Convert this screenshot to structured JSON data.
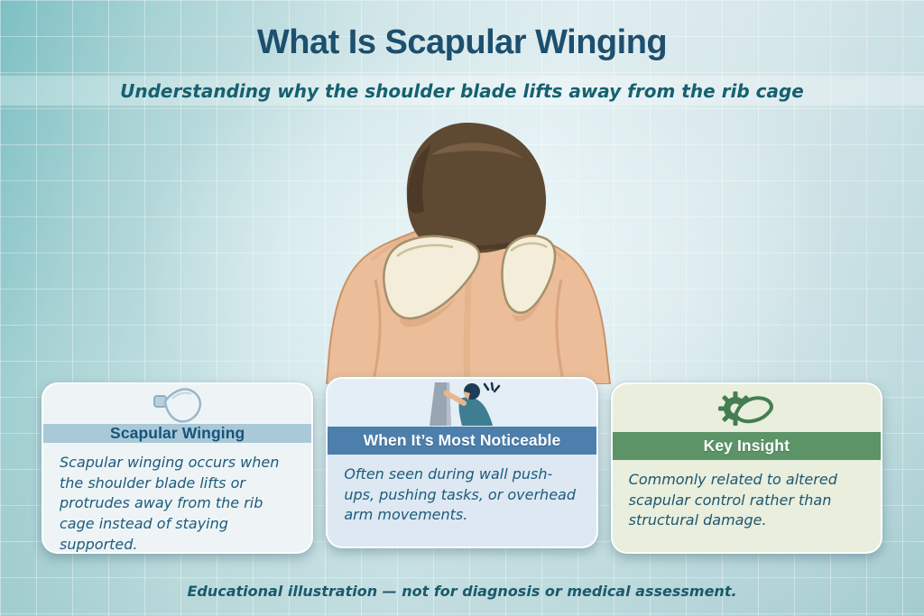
{
  "header": {
    "title": "What Is Scapular Winging",
    "subtitle": "Understanding why the shoulder blade lifts away from the rib cage"
  },
  "illustration": {
    "name": "back-view-scapular-winging",
    "description": "Rear view of a man with both shoulder blades (scapulae) lifted away from the rib cage, the left one winging outward"
  },
  "cards": [
    {
      "title": "Scapular Winging",
      "body": "Scapular winging occurs when the shoulder blade lifts or protrudes away from the rib cage instead of staying supported.",
      "icon": "scapula-bone-icon",
      "band_color": "#a9c9d8",
      "background": "#eef4f6"
    },
    {
      "title": "When It’s Most Noticeable",
      "body": "Often seen during wall push-ups, pushing tasks, or overhead arm movements.",
      "icon": "wall-pushup-icon",
      "band_color": "#4c7fab",
      "background": "#dde8f2"
    },
    {
      "title": "Key Insight",
      "body": "Commonly related to altered scapular control rather than structural damage.",
      "icon": "gear-scapula-icon",
      "band_color": "#5c9468",
      "background": "#e9eedd"
    }
  ],
  "footer": {
    "disclaimer": "Educational illustration — not for diagnosis or medical assessment."
  },
  "colors": {
    "background_teal": "#7cc0c4",
    "background_light": "#dfedf0",
    "title_text": "#1d4f6e",
    "subtitle_text": "#156170",
    "body_text": "#1d5b7c",
    "skin": "#ecbd99",
    "hair": "#5e4933",
    "bone": "#f3edda"
  }
}
